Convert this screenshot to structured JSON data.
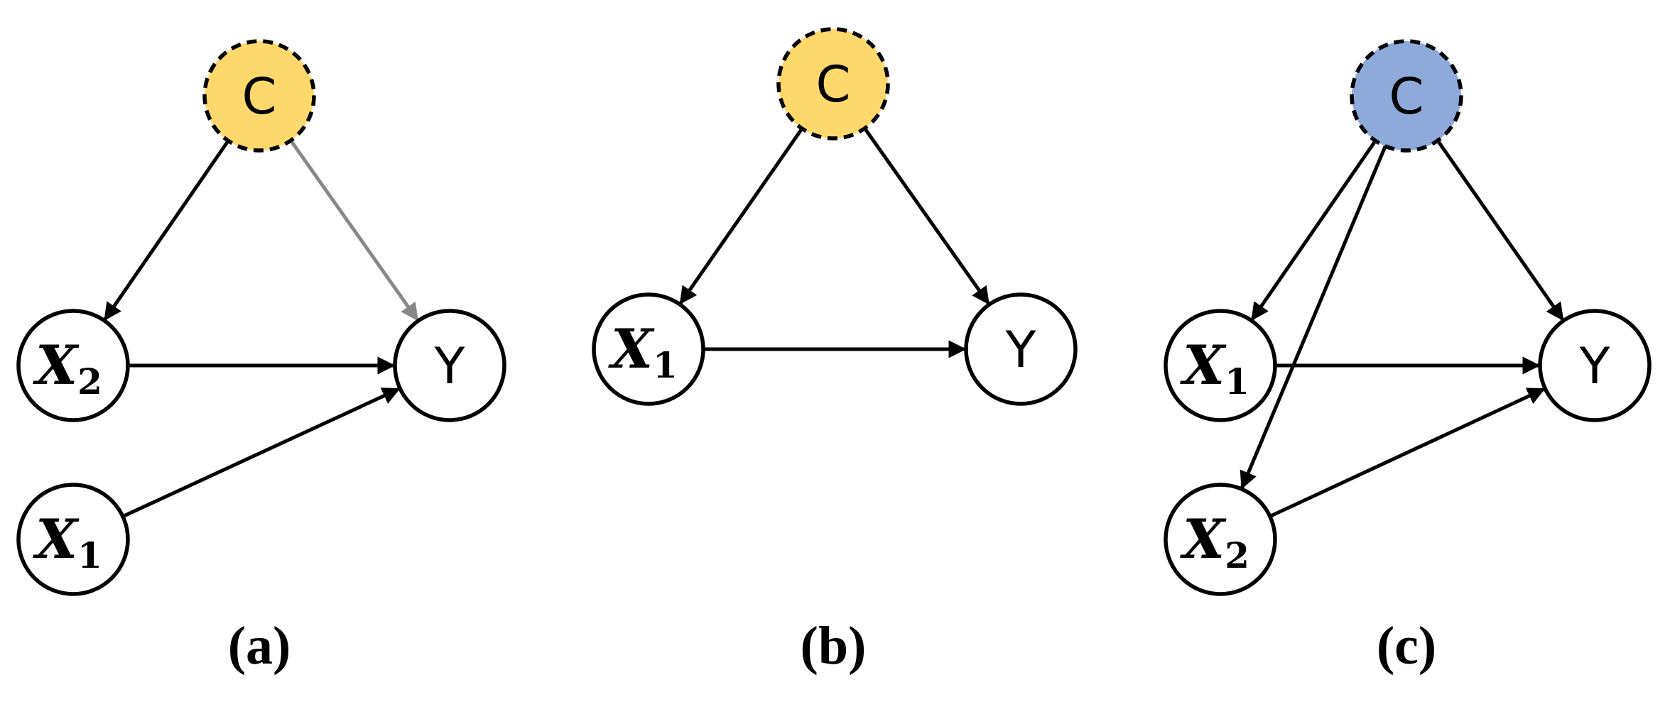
{
  "colors": {
    "edge_black": "#000000",
    "edge_gray": "#888888",
    "node_fill": "#ffffff",
    "confounder_yellow": "#fdd86c",
    "confounder_blue": "#8eaadb"
  },
  "panels": [
    {
      "id": "a",
      "caption": "(a)",
      "nodes": [
        {
          "id": "C",
          "kind": "confounder",
          "label": "C",
          "fill": "#fdd86c"
        },
        {
          "id": "X2",
          "kind": "variable",
          "letter": "X",
          "sub": "2"
        },
        {
          "id": "Y",
          "kind": "outcome",
          "label": "Y"
        },
        {
          "id": "X1",
          "kind": "variable",
          "letter": "X",
          "sub": "1"
        }
      ],
      "edges": [
        {
          "from": "C",
          "to": "X2",
          "color": "#000000"
        },
        {
          "from": "C",
          "to": "Y",
          "color": "#888888"
        },
        {
          "from": "X2",
          "to": "Y",
          "color": "#000000"
        },
        {
          "from": "X1",
          "to": "Y",
          "color": "#000000"
        }
      ]
    },
    {
      "id": "b",
      "caption": "(b)",
      "nodes": [
        {
          "id": "C",
          "kind": "confounder",
          "label": "C",
          "fill": "#fdd86c"
        },
        {
          "id": "X1",
          "kind": "variable",
          "letter": "X",
          "sub": "1"
        },
        {
          "id": "Y",
          "kind": "outcome",
          "label": "Y"
        }
      ],
      "edges": [
        {
          "from": "C",
          "to": "X1",
          "color": "#000000"
        },
        {
          "from": "C",
          "to": "Y",
          "color": "#000000"
        },
        {
          "from": "X1",
          "to": "Y",
          "color": "#000000"
        }
      ]
    },
    {
      "id": "c",
      "caption": "(c)",
      "nodes": [
        {
          "id": "C",
          "kind": "confounder",
          "label": "C",
          "fill": "#8eaadb"
        },
        {
          "id": "X1",
          "kind": "variable",
          "letter": "X",
          "sub": "1"
        },
        {
          "id": "Y",
          "kind": "outcome",
          "label": "Y"
        },
        {
          "id": "X2",
          "kind": "variable",
          "letter": "X",
          "sub": "2"
        }
      ],
      "edges": [
        {
          "from": "C",
          "to": "X1",
          "color": "#000000"
        },
        {
          "from": "C",
          "to": "X2",
          "color": "#000000"
        },
        {
          "from": "C",
          "to": "Y",
          "color": "#000000"
        },
        {
          "from": "X1",
          "to": "Y",
          "color": "#000000"
        },
        {
          "from": "X2",
          "to": "Y",
          "color": "#000000"
        }
      ]
    }
  ]
}
